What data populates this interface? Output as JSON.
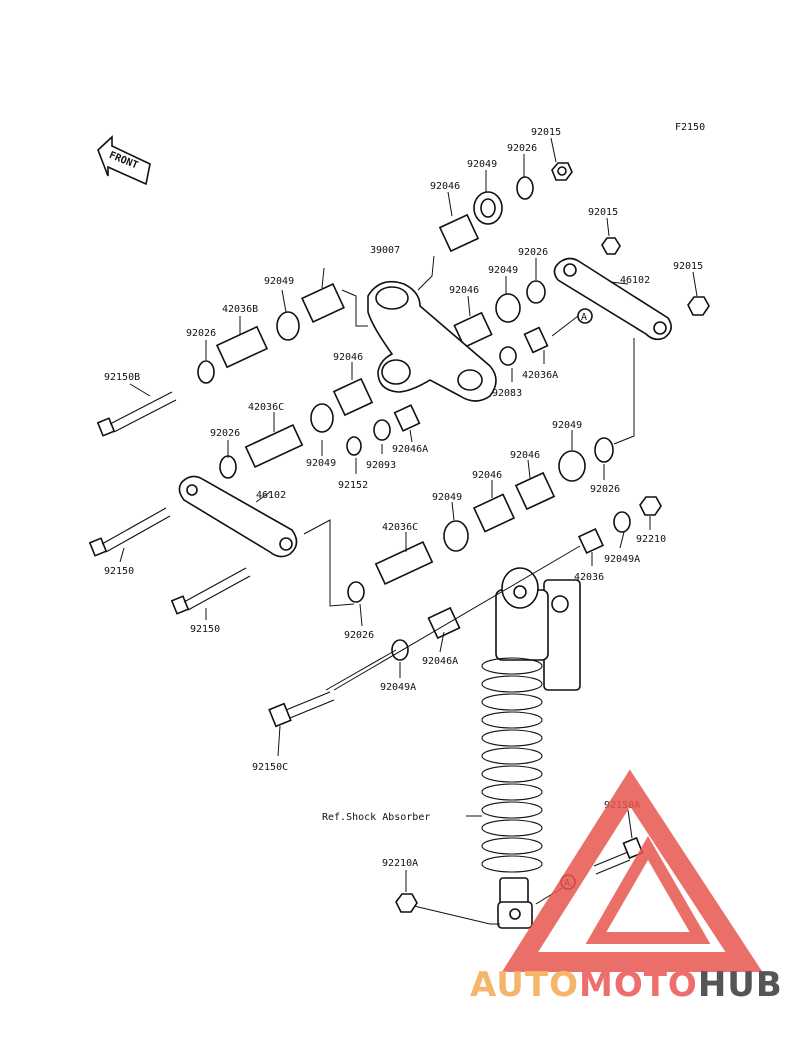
{
  "figure_id": "F2150",
  "front_label": "FRONT",
  "ref_label": "Ref.Shock Absorber",
  "callouts": [
    {
      "text": "92015"
    },
    {
      "text": "92026"
    },
    {
      "text": "92049"
    },
    {
      "text": "92046"
    },
    {
      "text": "92015"
    },
    {
      "text": "39007"
    },
    {
      "text": "92026"
    },
    {
      "text": "92049"
    },
    {
      "text": "92046"
    },
    {
      "text": "46102"
    },
    {
      "text": "92015"
    },
    {
      "text": "92049"
    },
    {
      "text": "42036B"
    },
    {
      "text": "92026"
    },
    {
      "text": "92150B"
    },
    {
      "text": "42036A"
    },
    {
      "text": "92083"
    },
    {
      "text": "92046"
    },
    {
      "text": "42036C"
    },
    {
      "text": "92026"
    },
    {
      "text": "92046A"
    },
    {
      "text": "92049"
    },
    {
      "text": "92093"
    },
    {
      "text": "92152"
    },
    {
      "text": "92049"
    },
    {
      "text": "92046"
    },
    {
      "text": "92046"
    },
    {
      "text": "92026"
    },
    {
      "text": "46102"
    },
    {
      "text": "92049"
    },
    {
      "text": "42036C"
    },
    {
      "text": "92210"
    },
    {
      "text": "92049A"
    },
    {
      "text": "42036"
    },
    {
      "text": "92150"
    },
    {
      "text": "92150"
    },
    {
      "text": "92026"
    },
    {
      "text": "92046A"
    },
    {
      "text": "92049A"
    },
    {
      "text": "92150C"
    },
    {
      "text": "92150A"
    },
    {
      "text": "92210A"
    }
  ],
  "markers": [
    "A",
    "A"
  ],
  "watermark": {
    "part1": "AUTO",
    "part2": "MOTO",
    "part3": "HUB",
    "color1": "#f5b66b",
    "color2": "#ee6e6e",
    "color3": "#555555",
    "logo_color": "#e8574f"
  }
}
